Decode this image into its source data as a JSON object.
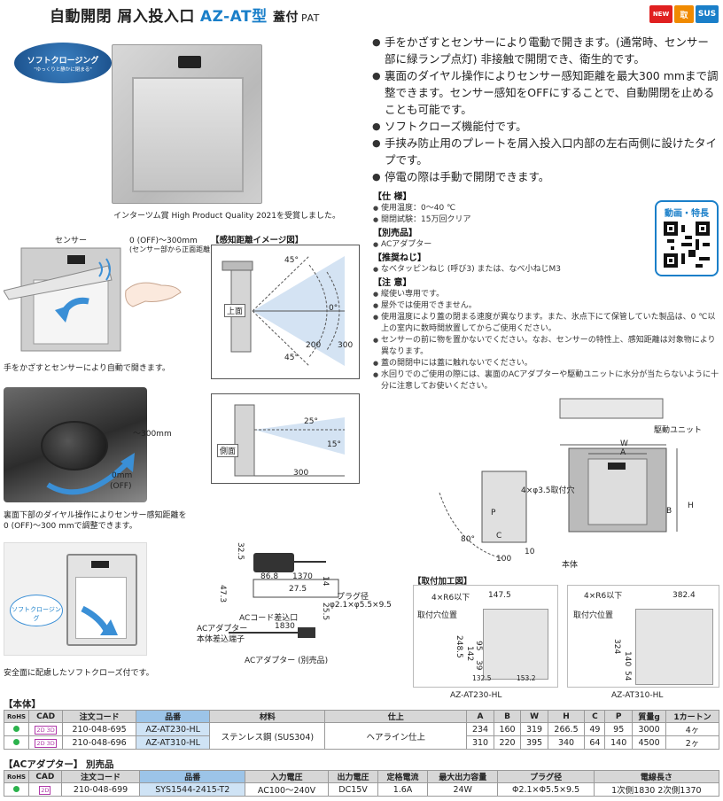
{
  "header": {
    "title": "自動開閉 屑入投入口",
    "model": "AZ-AT型",
    "subtitle": "蓋付",
    "code": "PAT",
    "badges": [
      {
        "label": "NEW",
        "color": "#e02020"
      },
      {
        "label": "取",
        "color": "#f08a00"
      },
      {
        "label": "SUS",
        "color": "#1a7fc9"
      }
    ]
  },
  "features": [
    "手をかざすとセンサーにより電動で開きます。(通常時、センサー部に緑ランプ点灯) 非接触で開閉でき、衛生的です。",
    "裏面のダイヤル操作によりセンサー感知距離を最大300 mmまで調整できます。センサー感知をOFFにすることで、自動開閉を止めることも可能です。",
    "ソフトクローズ機能付です。",
    "手挟み防止用のプレートを屑入投入口内部の左右両側に設けたタイプです。",
    "停電の際は手動で開閉できます。"
  ],
  "spec": {
    "h_spec": "【仕 様】",
    "spec_items": [
      "使用温度：0～40 ℃",
      "開閉試験：15万回クリア"
    ],
    "h_sold": "【別売品】",
    "sold_items": [
      "ACアダプター"
    ],
    "h_screw": "【推奨ねじ】",
    "screw_items": [
      "なべタッピンねじ (呼び3) または、なべ小ねじM3"
    ],
    "h_note": "【注 意】",
    "note_items": [
      "縦使い専用です。",
      "屋外では使用できません。",
      "使用温度により蓋の閉まる速度が異なります。また、氷点下にて保管していた製品は、0 ℃以上の室内に数時間放置してからご使用ください。",
      "センサーの前に物を置かないでください。なお、センサーの特性上、感知距離は対象物により異なります。",
      "蓋の開閉中には蓋に触れないでください。",
      "水回りでのご使用の際には、裏面のACアダプターや駆動ユニットに水分が当たらないように十分に注意してお使いください。"
    ]
  },
  "qr": {
    "label": "動画・特長"
  },
  "captions": {
    "award": "インターツム賞 High Product Quality 2021を受賞しました。",
    "soft_badge_title": "ソフトクロージング",
    "soft_badge_sub": "\"ゆっくりと静かに閉まる\"",
    "sensor": "センサー",
    "sensor_range": "0 (OFF)～300mm",
    "sensor_range_note": "(センサー部から正面距離)",
    "hand": "手をかざすとセンサーにより自動で開きます。",
    "dial_300": "～300mm",
    "dial_0": "0mm",
    "dial_off": "(OFF)",
    "dial_line1": "裏面下部のダイヤル操作によりセンサー感知距離を",
    "dial_line2": "0 (OFF)～300 mmで調整できます。",
    "soft_bubble": "ソフトクロージング",
    "soft": "安全面に配慮したソフトクローズ付です。",
    "sense_title": "【感知距離イメージ図】",
    "top": "上面",
    "side": "側面",
    "ang45a": "45°",
    "ang45b": "45°",
    "ang0": "0°",
    "r200": "200",
    "r300": "300",
    "ang25": "25°",
    "ang15": "15°",
    "len300": "300",
    "ac_caption": "ACアダプター (別売品)",
    "ac_cord_in": "ACコード差込口",
    "ac_body1": "ACアダプター",
    "ac_body2": "本体差込端子",
    "ac_plug": "プラグ径",
    "ac_plug_size": "φ2.1×φ5.5×9.5",
    "ac_1370": "1370",
    "ac_1830": "1830",
    "ac_868": "86.8",
    "ac_275": "27.5",
    "ac_325": "32.5",
    "ac_473": "47.3",
    "ac_255": "25.5",
    "ac_14": "14",
    "body_label": "本体",
    "drive_unit": "駆動ユニット",
    "hole4": "4×φ3.5取付穴",
    "dim_w": "W",
    "dim_a": "A",
    "dim_b": "B",
    "dim_h": "H",
    "dim_p": "P",
    "dim_c": "C",
    "dim_100": "100",
    "dim_10": "10",
    "dim_80": "80°",
    "install_title": "【取付加工図】",
    "r6a": "4×R6以下",
    "r6b": "4×R6以下",
    "hole_pos_a": "取付穴位置",
    "hole_pos_b": "取付穴位置",
    "d1475": "147.5",
    "d3824": "382.4",
    "d2485": "248.5",
    "d142": "142",
    "d95": "95",
    "d39": "39",
    "d1325": "132.5",
    "d1532": "153.2",
    "d324": "324",
    "d140": "140",
    "d54": "54",
    "az230": "AZ-AT230-HL",
    "az310": "AZ-AT310-HL"
  },
  "body_table": {
    "section": "【本体】",
    "headers": [
      "RoHS",
      "CAD",
      "注文コード",
      "品番",
      "材料",
      "仕上",
      "A",
      "B",
      "W",
      "H",
      "C",
      "P",
      "質量g",
      "1カートン"
    ],
    "material": "ステンレス鋼 (SUS304)",
    "finish": "ヘアライン仕上",
    "rows": [
      {
        "code": "210-048-695",
        "part": "AZ-AT230-HL",
        "A": "234",
        "B": "160",
        "W": "319",
        "H": "266.5",
        "C": "49",
        "P": "95",
        "mass": "3000",
        "carton": "4ヶ"
      },
      {
        "code": "210-048-696",
        "part": "AZ-AT310-HL",
        "A": "310",
        "B": "220",
        "W": "395",
        "H": "340",
        "C": "64",
        "P": "140",
        "mass": "4500",
        "carton": "2ヶ"
      }
    ]
  },
  "ac_table": {
    "section": "【ACアダプター】 別売品",
    "headers": [
      "RoHS",
      "CAD",
      "注文コード",
      "品番",
      "入力電圧",
      "出力電圧",
      "定格電流",
      "最大出力容量",
      "プラグ径",
      "電線長さ"
    ],
    "row": {
      "code": "210-048-699",
      "part": "SYS1544-2415-T2",
      "vin": "AC100～240V",
      "vout": "DC15V",
      "current": "1.6A",
      "power": "24W",
      "plug": "Φ2.1×Φ5.5×9.5",
      "cable": "1次側1830 2次側1370"
    }
  },
  "cad_badge": "2D 3D",
  "cad_badge_2d": "2D",
  "colors": {
    "accent": "#1a7fc9",
    "rohs": "#2bb24c",
    "highlight": "#cfe3f5",
    "arrow": "#3a8fd6"
  }
}
